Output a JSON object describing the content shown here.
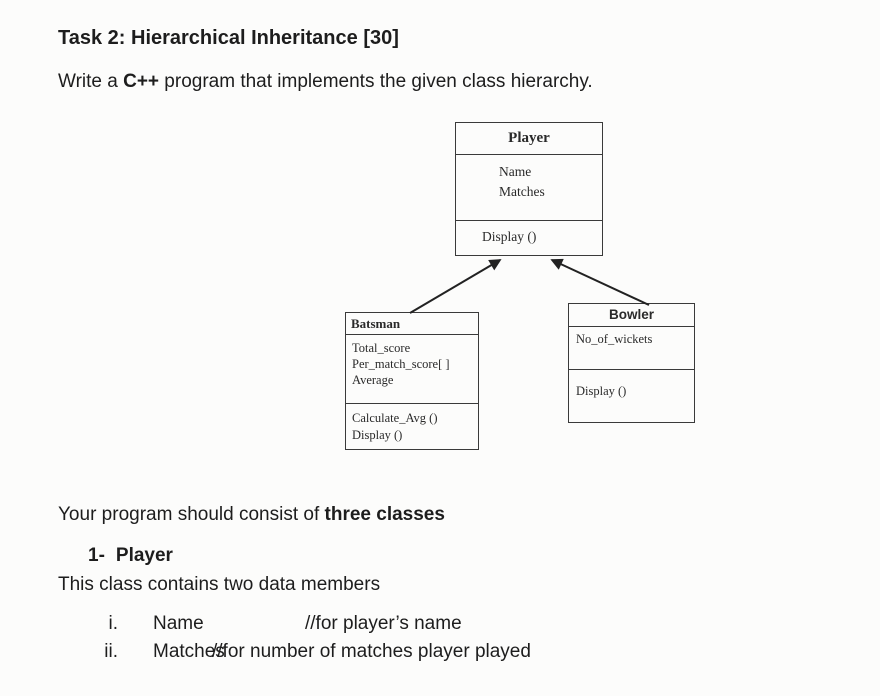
{
  "document": {
    "title": "Task 2: Hierarchical Inheritance  [30]",
    "intro": {
      "pre": "Write a ",
      "bold": "C++",
      "post": " program that implements the given class hierarchy."
    },
    "consist": {
      "pre": "Your program should consist of ",
      "bold": "three classes"
    },
    "numbered_item": {
      "marker": "1-",
      "label": "Player"
    },
    "class_description": "This class contains two data members",
    "members": [
      {
        "marker": "i.",
        "term": "Name",
        "comment": "//for player’s name"
      },
      {
        "marker": "ii.",
        "term": "Matches",
        "comment": "//for number of matches player played"
      }
    ]
  },
  "diagram": {
    "relationship": "hierarchical-inheritance",
    "line_color": "#222222",
    "classes": [
      {
        "name": "Player",
        "attributes": [
          "Name",
          "Matches"
        ],
        "methods": [
          "Display ()"
        ]
      },
      {
        "name": "Batsman",
        "attributes": [
          "Total_score",
          "Per_match_score[ ]",
          "Average"
        ],
        "methods": [
          "Calculate_Avg ()",
          "Display ()"
        ]
      },
      {
        "name": "Bowler",
        "attributes": [
          "No_of_wickets"
        ],
        "methods": [
          "Display ()"
        ]
      }
    ]
  }
}
